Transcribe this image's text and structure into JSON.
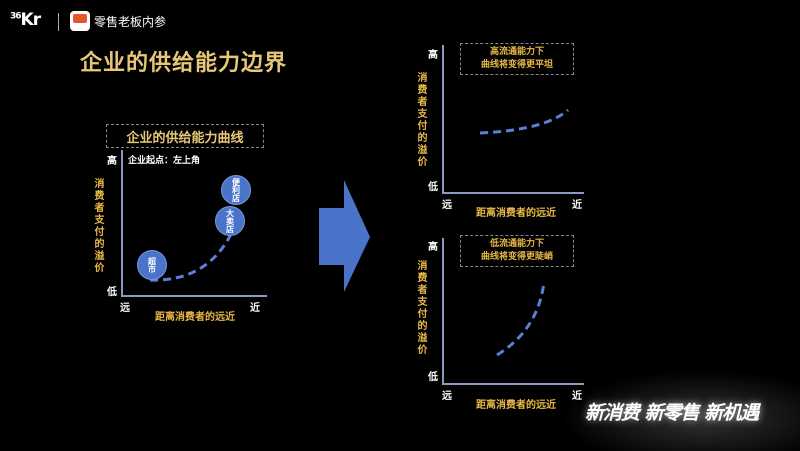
{
  "header": {
    "brand": "36Kr",
    "brand_prefix": "36",
    "brand_suffix": "Kr",
    "app_name": "零售老板内参",
    "title": "企业的供给能力边界"
  },
  "left_panel": {
    "box_title": "企业的供给能力曲线",
    "note": "企业起点：左上角",
    "y_axis_label": "消费者支付的溢价",
    "y_high": "高",
    "y_low": "低",
    "x_axis_label": "距离消费者的远近",
    "x_far": "远",
    "x_near": "近",
    "bubbles": [
      {
        "label": "便利店"
      },
      {
        "label": "大卖店"
      },
      {
        "label": "超市"
      }
    ]
  },
  "arrow": {
    "icon": "right-arrow-icon",
    "color": "#4a74c9"
  },
  "right_top": {
    "box_line1": "高流通能力下",
    "box_line2": "曲线将变得更平坦",
    "y_axis_label": "消费者支付的溢价",
    "y_high": "高",
    "y_low": "低",
    "x_axis_label": "距离消费者的远近",
    "x_far": "远",
    "x_near": "近"
  },
  "right_bottom": {
    "box_line1": "低流通能力下",
    "box_line2": "曲线将变得更陡峭",
    "y_axis_label": "消费者支付的溢价",
    "y_high": "高",
    "y_low": "低",
    "x_axis_label": "距离消费者的远近",
    "x_far": "远",
    "x_near": "近"
  },
  "footer": {
    "slogan": "新消费 新零售 新机遇"
  },
  "colors": {
    "background": "#000000",
    "gold": "#e8b848",
    "curve_blue": "#5b7fd6",
    "axis": "#8a9ac0"
  }
}
